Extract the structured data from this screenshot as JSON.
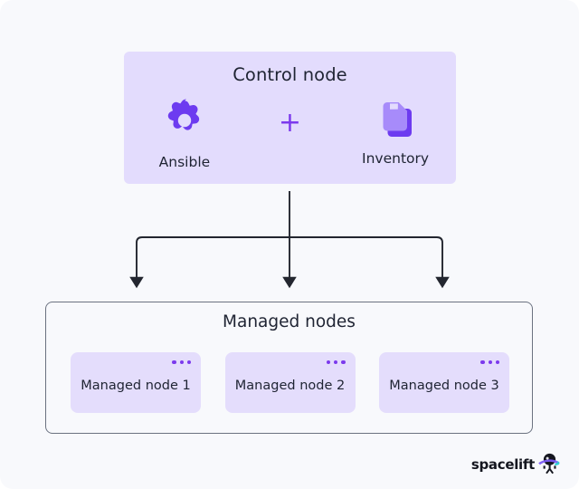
{
  "diagram": {
    "background_color": "#F8F9FC",
    "accent_color": "#7C3AED",
    "panel_color": "#E3DCFD",
    "card_color": "#E4DDFC",
    "text_color": "#1F2433",
    "line_color": "#23262F"
  },
  "control_node": {
    "title": "Control node",
    "items": [
      {
        "label": "Ansible",
        "icon": "gear-icon"
      },
      {
        "label": "Inventory",
        "icon": "documents-icon"
      }
    ],
    "separator": "+"
  },
  "managed_nodes": {
    "title": "Managed nodes",
    "cards": [
      {
        "label": "Managed node 1",
        "menu_icon": "three-dots-icon"
      },
      {
        "label": "Managed node 2",
        "menu_icon": "three-dots-icon"
      },
      {
        "label": "Managed node 3",
        "menu_icon": "three-dots-icon"
      }
    ]
  },
  "connectors": {
    "count": 3,
    "style": "orthogonal-arrows",
    "arrow_icon": "arrow-down-icon"
  },
  "logo": {
    "wordmark": "spacelift",
    "mark_icon": "spacelift-astronaut-icon"
  }
}
